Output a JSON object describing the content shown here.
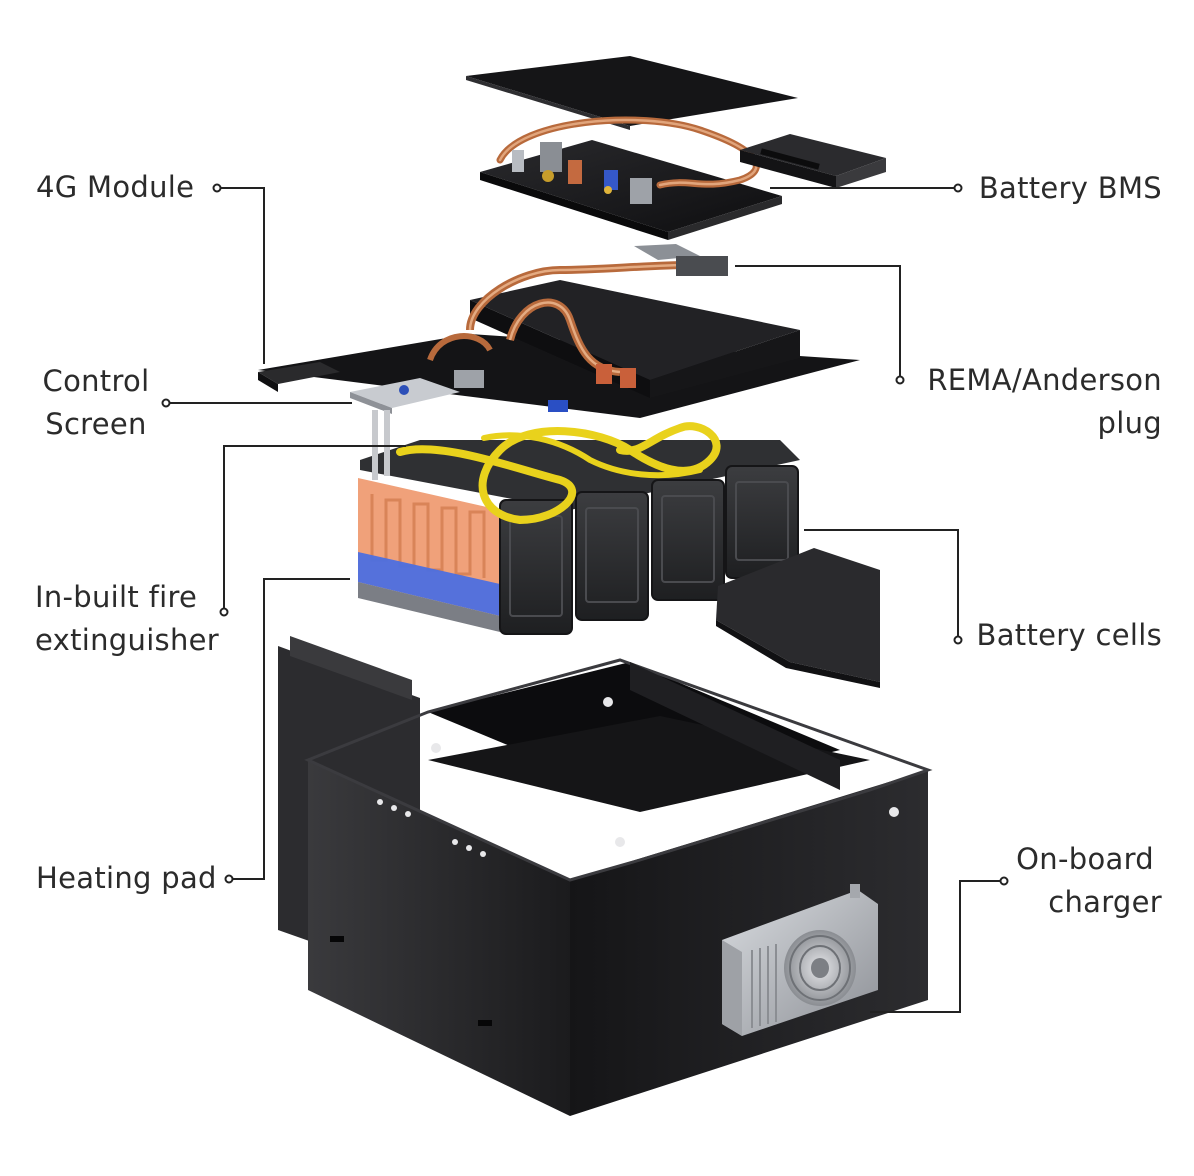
{
  "labels": {
    "module_4g": "4G Module",
    "control_screen": [
      "Control",
      "Screen"
    ],
    "fire_extinguisher": [
      "In-built fire",
      "extinguisher"
    ],
    "heating_pad": "Heating pad",
    "battery_bms": "Battery BMS",
    "rema_plug": [
      "REMA/Anderson",
      "plug"
    ],
    "battery_cells": "Battery cells",
    "onboard_charger": [
      "On-board",
      "charger"
    ]
  },
  "colors": {
    "text": "#2b2b2b",
    "leader_line": "#222222",
    "housing": "#1c1c1e",
    "copper": "#c97a4a",
    "yellow_cable": "#e9d21c",
    "heating_pad": "#f0a17a",
    "cell_base": "#4c6fe0",
    "charger": "#b8bcc2"
  }
}
